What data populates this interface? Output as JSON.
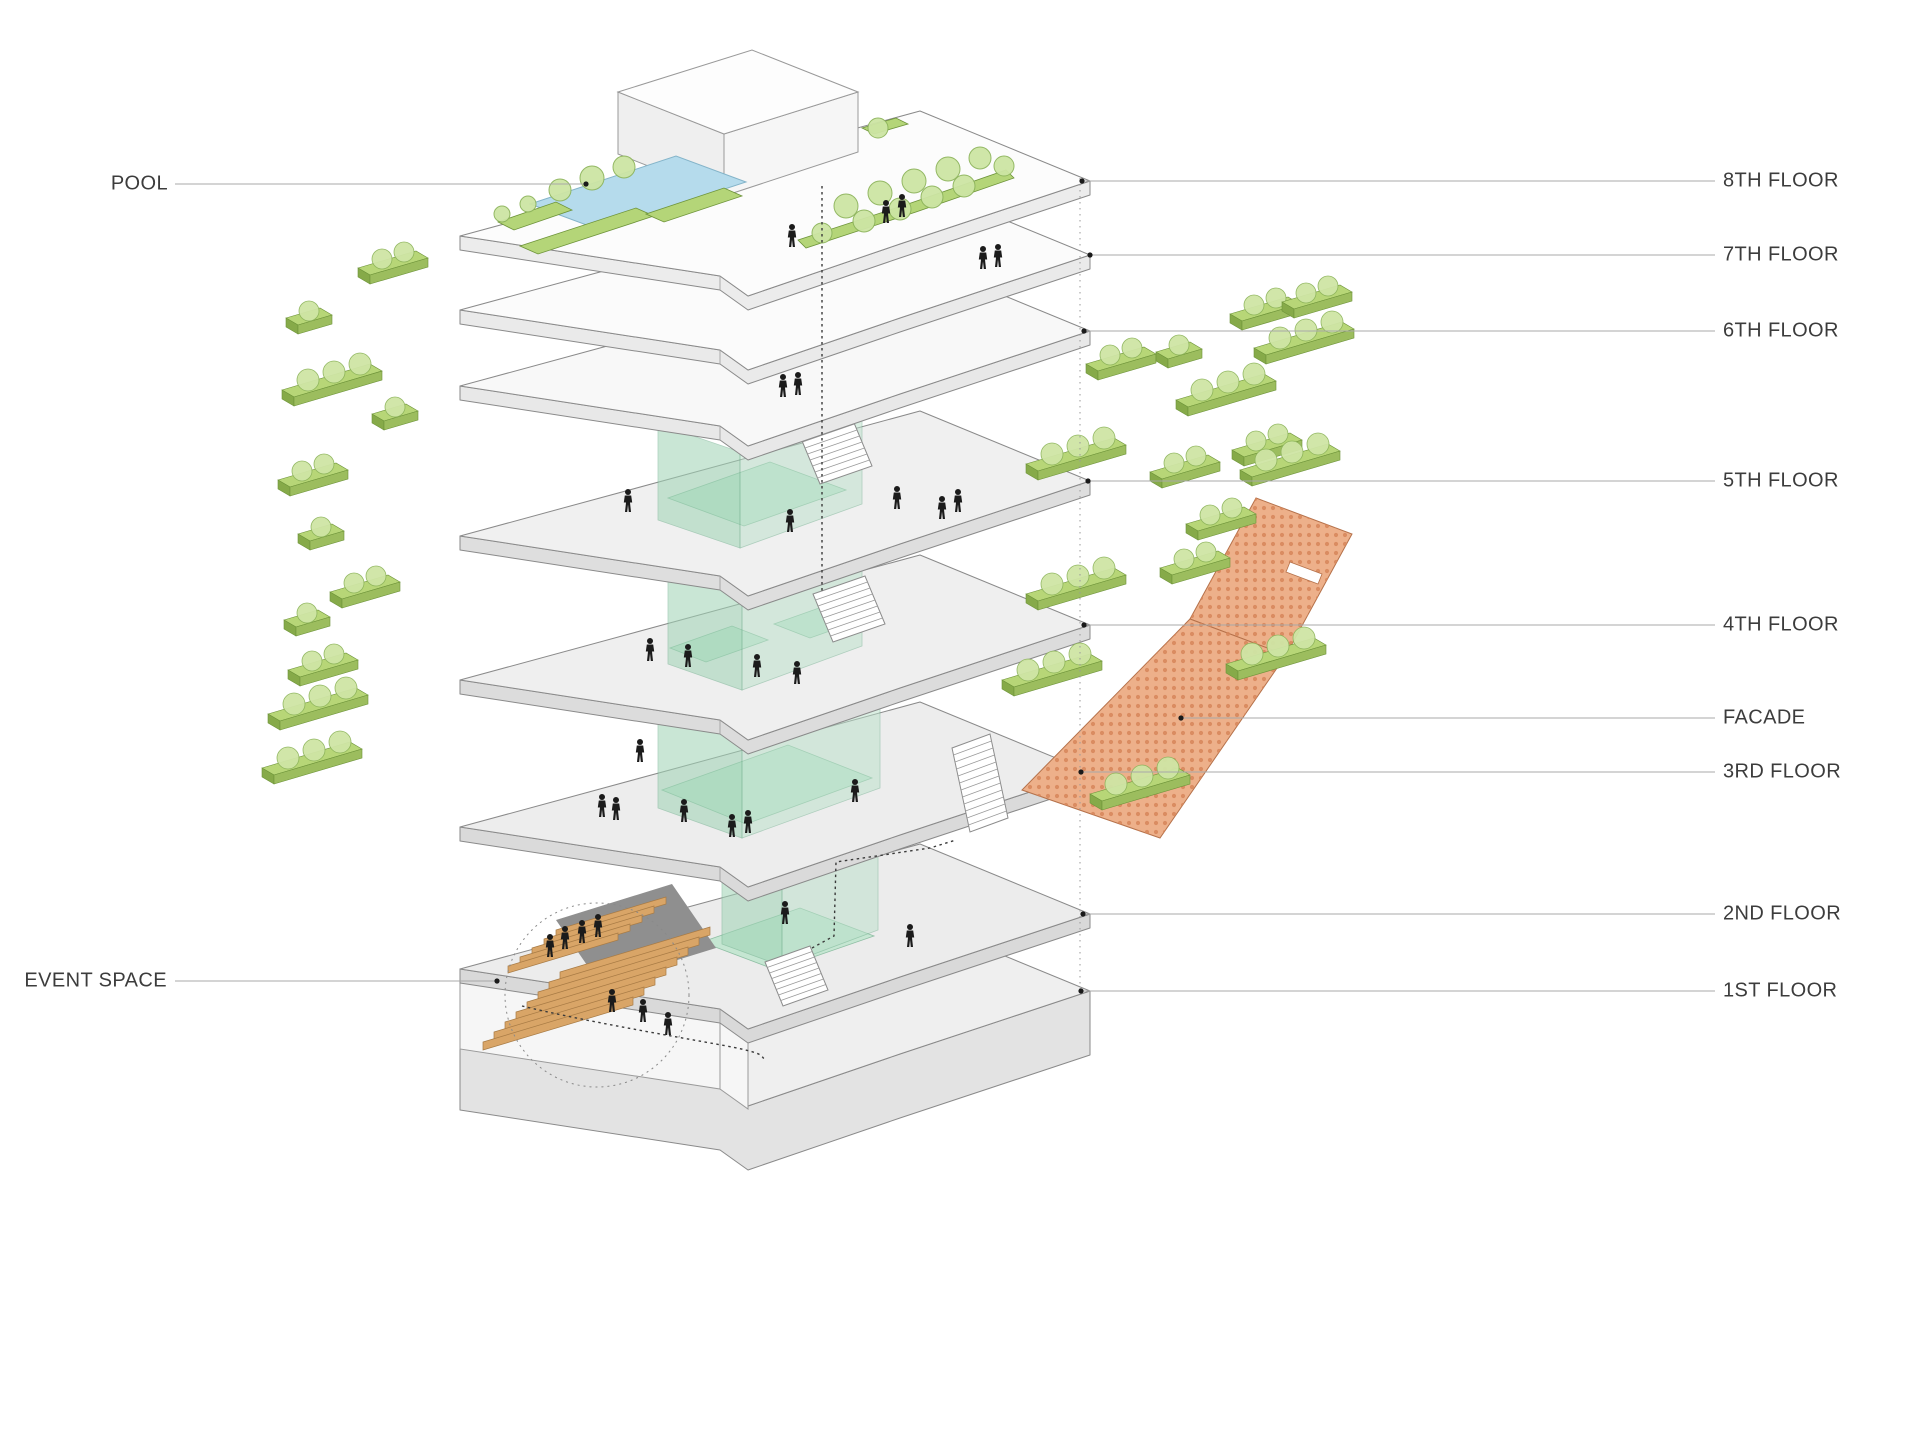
{
  "diagram": {
    "type": "exploded-axonometric-building-diagram",
    "left_labels": [
      {
        "id": "pool",
        "text": "POOL"
      },
      {
        "id": "event-space",
        "text": "EVENT SPACE"
      }
    ],
    "right_labels": [
      {
        "id": "floor-8",
        "text": "8TH FLOOR"
      },
      {
        "id": "floor-7",
        "text": "7TH FLOOR"
      },
      {
        "id": "floor-6",
        "text": "6TH FLOOR"
      },
      {
        "id": "floor-5",
        "text": "5TH FLOOR"
      },
      {
        "id": "floor-4",
        "text": "4TH FLOOR"
      },
      {
        "id": "facade",
        "text": "FACADE"
      },
      {
        "id": "floor-3",
        "text": "3RD FLOOR"
      },
      {
        "id": "floor-2",
        "text": "2ND FLOOR"
      },
      {
        "id": "floor-1",
        "text": "1ST FLOOR"
      }
    ],
    "colors": {
      "background": "#ffffff",
      "plate_top": "#f7f7f7",
      "plate_side": "#e6e6e6",
      "outline": "#8a8a8a",
      "greenery": "#b7d677",
      "greenery_dark": "#6d9339",
      "atrium_green": "#bfe3cd",
      "pool_blue": "#b5dbec",
      "facade_orange": "#edb08a",
      "wood": "#d9a567",
      "figure_black": "#1b1b1b",
      "label_text": "#3c3c3c"
    }
  }
}
